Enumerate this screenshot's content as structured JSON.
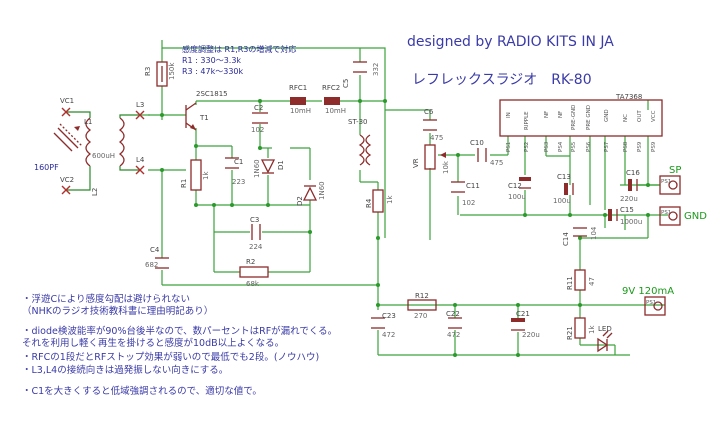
{
  "header": {
    "designer": "designed by RADIO KITS IN JA",
    "model": "レフレックスラジオ　RK-80",
    "ic_name": "TA7368"
  },
  "sensitivity_note": {
    "line1": "感度調整は R1,R3の増減で対応",
    "line2": "R1 :  330〜3.3k",
    "line3": "R3 :  47k〜330k"
  },
  "components": {
    "R3": {
      "ref": "R3",
      "value": "150k"
    },
    "Q1": {
      "ref": "T1",
      "part": "2SC1815"
    },
    "C2": {
      "ref": "C2",
      "value": "102"
    },
    "RFC1": {
      "ref": "RFC1",
      "value": "10mH"
    },
    "RFC2": {
      "ref": "RFC2",
      "value": "10mH"
    },
    "C5": {
      "ref": "C5",
      "value": "332"
    },
    "ST30": {
      "ref": "ST-30"
    },
    "C6": {
      "ref": "C6",
      "value": "475"
    },
    "VR": {
      "ref": "VR",
      "value": "10k"
    },
    "C10": {
      "ref": "C10",
      "value": "475"
    },
    "C11": {
      "ref": "C11",
      "value": "102"
    },
    "C12": {
      "ref": "C12",
      "value": "100u"
    },
    "C13": {
      "ref": "C13",
      "value": "100u"
    },
    "C16": {
      "ref": "C16",
      "value": "220u"
    },
    "C15": {
      "ref": "C15",
      "value": "1000u"
    },
    "C14": {
      "ref": "C14",
      "value": "104"
    },
    "R1": {
      "ref": "R1",
      "value": "1k"
    },
    "C1": {
      "ref": "C1",
      "value": "223"
    },
    "D1": {
      "ref": "D1",
      "value": "1N60"
    },
    "D2": {
      "ref": "D2",
      "value": "1N60"
    },
    "C3": {
      "ref": "C3",
      "value": "224"
    },
    "R2": {
      "ref": "R2",
      "value": "68k"
    },
    "C4": {
      "ref": "C4",
      "value": "682"
    },
    "R4": {
      "ref": "R4",
      "value": "1k"
    },
    "R11": {
      "ref": "R11",
      "value": "47"
    },
    "R12": {
      "ref": "R12",
      "value": "270"
    },
    "C22": {
      "ref": "C22",
      "value": "472"
    },
    "C23": {
      "ref": "C23",
      "value": "472"
    },
    "C21": {
      "ref": "C21",
      "value": "220u"
    },
    "R21": {
      "ref": "R21",
      "value": "1k"
    },
    "LED": {
      "ref": "LED"
    },
    "VC1": {
      "ref": "VC1"
    },
    "VC2": {
      "ref": "VC2"
    },
    "L1": {
      "ref": "L1",
      "value": "600uH"
    },
    "L2": {
      "ref": "L2"
    },
    "L3": {
      "ref": "L3"
    },
    "L4": {
      "ref": "L4"
    },
    "VC_val": {
      "value": "160PF"
    }
  },
  "ic_pins": [
    {
      "num": "PS1",
      "name": "IN"
    },
    {
      "num": "PS2",
      "name": "RIPPLE"
    },
    {
      "num": "PS3",
      "name": "NF"
    },
    {
      "num": "PS4",
      "name": "NF"
    },
    {
      "num": "PS5",
      "name": "PRE-GND"
    },
    {
      "num": "PS6",
      "name": "PRE GND"
    },
    {
      "num": "PS7",
      "name": "GND"
    },
    {
      "num": "PS8",
      "name": "NC"
    },
    {
      "num": "PS9",
      "name": "OUT"
    },
    {
      "num": "PS9",
      "name": "VCC"
    }
  ],
  "terminals": {
    "sp": {
      "label": "SP",
      "pin": "PS1"
    },
    "gnd": {
      "label": "GND",
      "pin": "PS1"
    },
    "power": {
      "label": "9V  120mA",
      "pin": "PS1"
    }
  },
  "notes": [
    "・浮遊Cにより感度勾配は避けられない",
    "（NHKのラジオ技術教科書に理由明記あり）",
    "・diode検波能率が90%台後半なので、数パーセントはRFが漏れでくる。",
    "それを利用し軽く再生を掛けると感度が10dB以上よくなる。",
    "・RFCの1段だとRFストップ効果が弱いので最低でも2段。(ノウハウ)",
    "・L3,L4の接続向きは過発振しない向きにする。",
    "・C1を大きくすると低域強調されるので、適切な値で。"
  ]
}
